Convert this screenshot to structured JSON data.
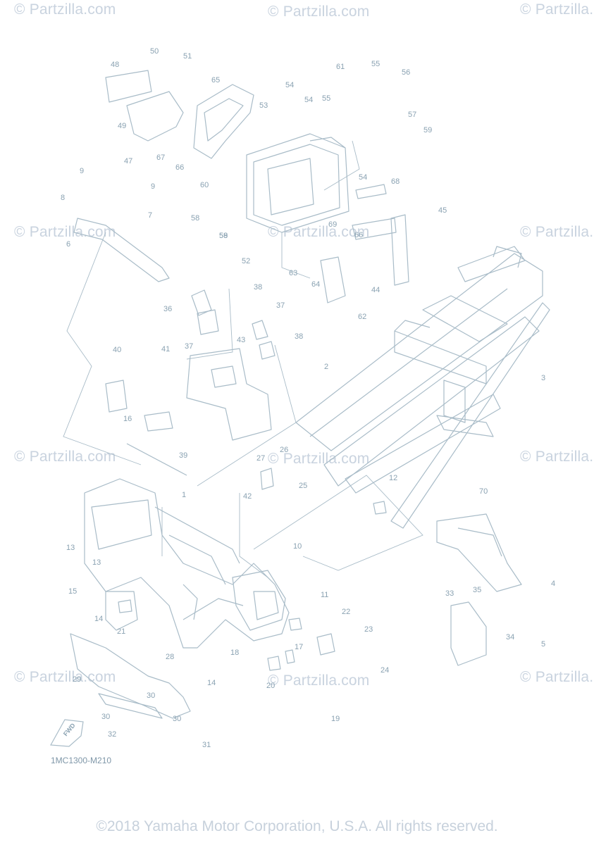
{
  "watermark": "© Partzilla.com",
  "diagram_code": "1MC1300-M210",
  "fwd_label": "FWD",
  "copyright": "©2018 Yamaha Motor Corporation, U.S.A. All rights reserved.",
  "colors": {
    "line": "#a9bcc8",
    "text": "#8aa2b2",
    "watermark": "#c9d3df"
  },
  "callouts": [
    "1",
    "2",
    "3",
    "4",
    "5",
    "6",
    "7",
    "8",
    "9",
    "9",
    "10",
    "11",
    "12",
    "13",
    "13",
    "14",
    "14",
    "15",
    "16",
    "17",
    "18",
    "19",
    "20",
    "21",
    "22",
    "23",
    "24",
    "25",
    "26",
    "27",
    "28",
    "29",
    "30",
    "30",
    "30",
    "31",
    "32",
    "33",
    "34",
    "35",
    "36",
    "37",
    "37",
    "38",
    "38",
    "39",
    "40",
    "41",
    "42",
    "43",
    "44",
    "45",
    "47",
    "48",
    "49",
    "50",
    "51",
    "52",
    "53",
    "54",
    "54",
    "54",
    "55",
    "55",
    "56",
    "57",
    "58",
    "58",
    "59",
    "59",
    "60",
    "61",
    "62",
    "63",
    "64",
    "65",
    "66",
    "67",
    "68",
    "69",
    "70",
    "66"
  ]
}
